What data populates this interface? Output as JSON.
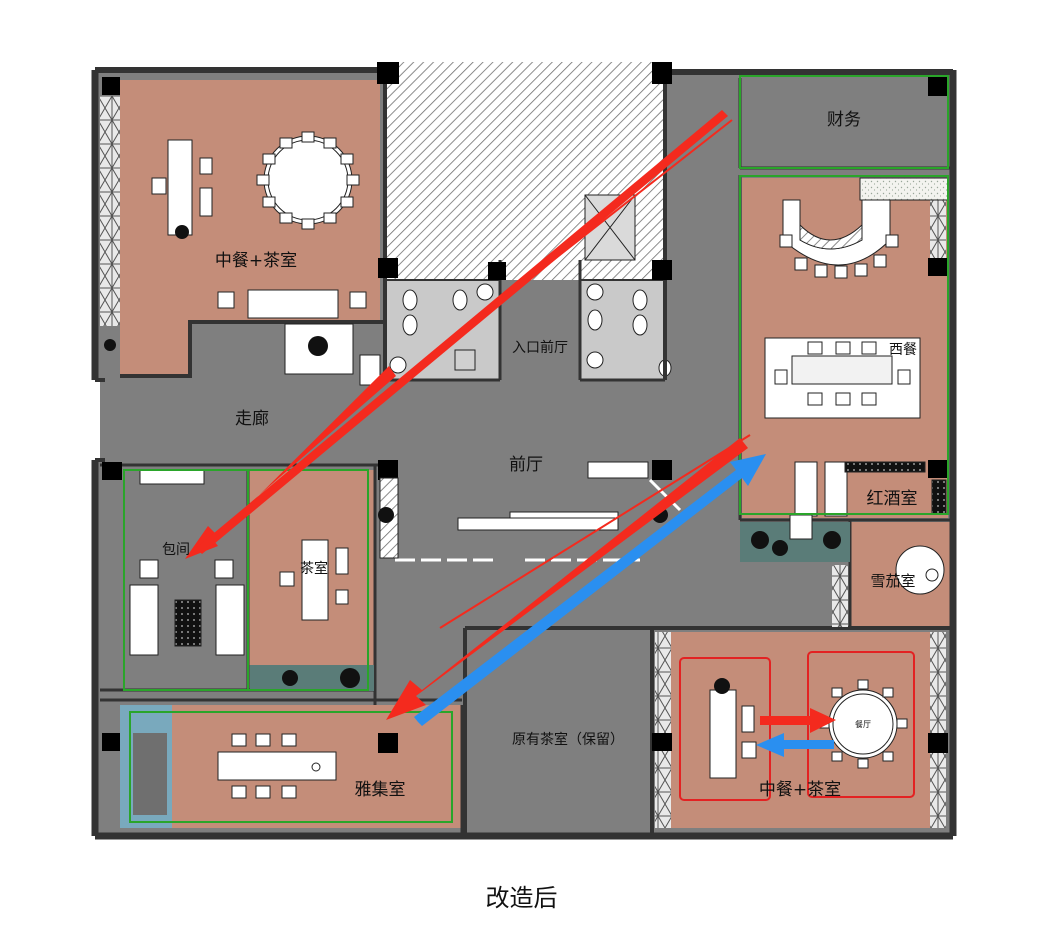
{
  "rooms": {
    "nw_dining": "中餐+茶室",
    "finance": "财务",
    "entrance_hall": "入口前厅",
    "corridor": "走廊",
    "lobby": "前厅",
    "western_dining": "西餐",
    "wine_room": "红酒室",
    "private_room": "包间",
    "tea_room": "茶室",
    "cigar_room": "雪茄室",
    "original_tea_room": "原有茶室（保留）",
    "gathering_room": "雅集室",
    "se_dining": "中餐+茶室",
    "dining_hall": "餐厅"
  },
  "caption": "改造后",
  "colors": {
    "wall": "#333333",
    "floor_gray": "#7f7f7f",
    "floor_wood": "#c48d79",
    "hatch": "#9a9a9a",
    "zone_green": "#2aa52a",
    "zone_red": "#e32222",
    "arrow_red": "#f42a1e",
    "arrow_blue": "#2a8ff0",
    "planter": "#5a7c78",
    "window_blue": "#79a9bd"
  }
}
